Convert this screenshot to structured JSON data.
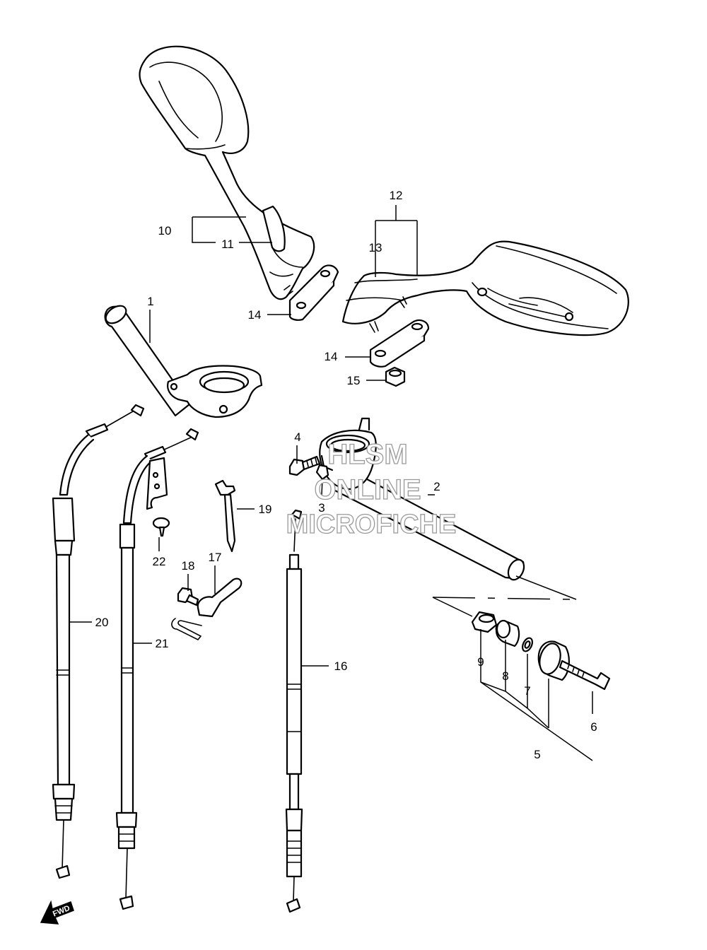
{
  "callouts": {
    "c1": "1",
    "c2": "2",
    "c3": "3",
    "c4": "4",
    "c5": "5",
    "c6": "6",
    "c7": "7",
    "c8": "8",
    "c9": "9",
    "c10": "10",
    "c11": "11",
    "c12": "12",
    "c13": "13",
    "c14a": "14",
    "c14b": "14",
    "c15": "15",
    "c16": "16",
    "c17": "17",
    "c18": "18",
    "c19": "19",
    "c20": "20",
    "c21": "21",
    "c22": "22"
  },
  "watermark": {
    "line1": "HLSM",
    "line2": "ONLINE",
    "line3": "MICROFICHE"
  },
  "fwd_label": "FWD",
  "colors": {
    "line": "#000000",
    "watermark_outline": "#9a9a9a",
    "background": "#ffffff"
  }
}
